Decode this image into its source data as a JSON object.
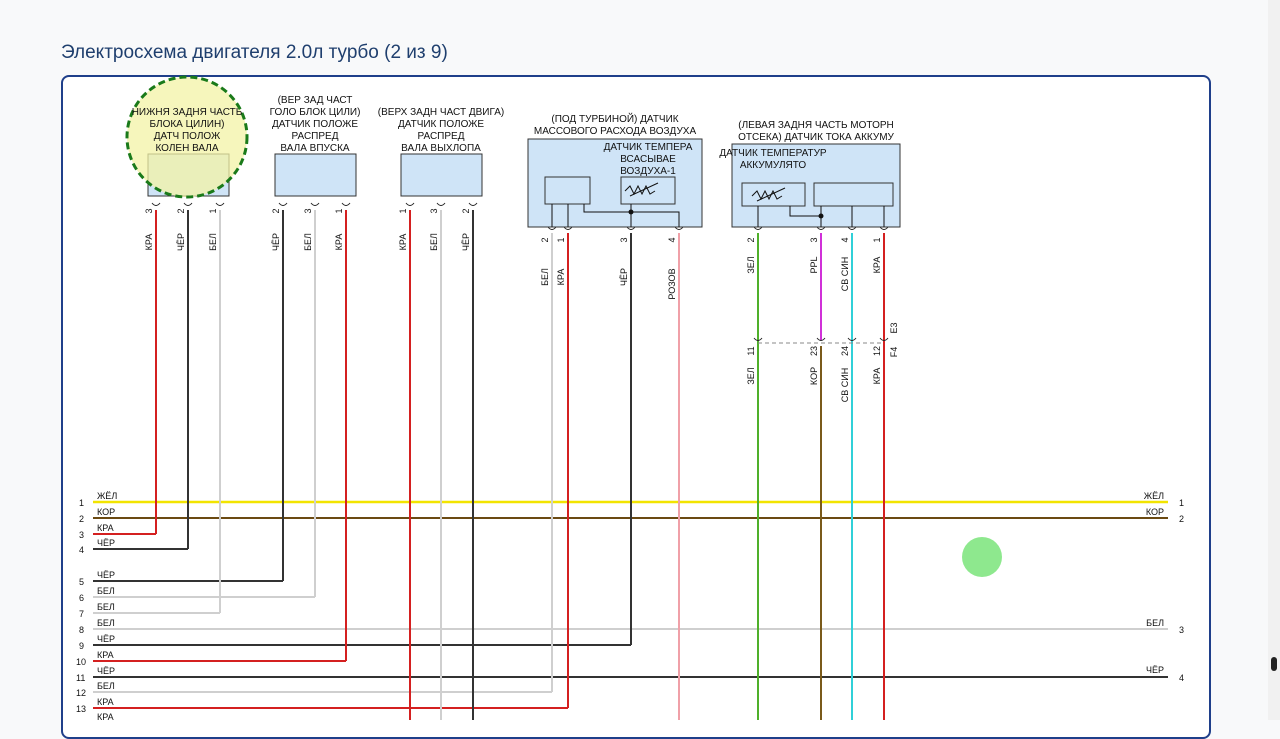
{
  "title": "Электросхема двигателя 2.0л турбо (2 из 9)",
  "components": [
    {
      "id": "ckp",
      "lines": [
        "НИЖНЯ ЗАДНЯ ЧАСТЬ",
        "БЛОКА ЦИЛИН)",
        "ДАТЧ ПОЛОЖ",
        "КОЛЕН ВАЛА"
      ]
    },
    {
      "id": "intake-cam",
      "lines": [
        "(ВЕР ЗАД ЧАСТ",
        "ГОЛО БЛОК ЦИЛИ)",
        "ДАТЧИК ПОЛОЖЕ",
        "РАСПРЕД",
        "ВАЛА ВПУСКА"
      ]
    },
    {
      "id": "exhaust-cam",
      "lines": [
        "(ВЕРХ ЗАДН ЧАСТ ДВИГА)",
        "ДАТЧИК ПОЛОЖЕ",
        "РАСПРЕД",
        "ВАЛА ВЫХЛОПА"
      ]
    },
    {
      "id": "maf",
      "lines": [
        "(ПОД ТУРБИНОЙ) ДАТЧИК",
        "МАССОВОГО РАСХОДА ВОЗДУХА"
      ],
      "inner": [
        "ДАТЧИК ТЕМПЕРА",
        "ВСАСЫВАЕ",
        "ВОЗДУХА-1"
      ]
    },
    {
      "id": "battery",
      "lines": [
        "(ЛЕВАЯ ЗАДНЯ ЧАСТЬ МОТОРН",
        "ОТСЕКА) ДАТЧИК ТОКА АККУМУ"
      ],
      "inner": [
        "ДАТЧИК ТЕМПЕРАТУР",
        "АККУМУЛЯТО"
      ]
    }
  ],
  "pins": [
    "3",
    "2",
    "1",
    "2",
    "3",
    "1",
    "1",
    "3",
    "2",
    "2",
    "1",
    "3",
    "4",
    "2",
    "3",
    "4",
    "1"
  ],
  "wire_colors": [
    "КРА",
    "ЧЁР",
    "БЕЛ",
    "ЧЁР",
    "БЕЛ",
    "КРА",
    "КРА",
    "БЕЛ",
    "ЧЁР",
    "БЕЛ",
    "КРА",
    "ЧЁР",
    "РОЗОВ",
    "ЗЕЛ",
    "PPL",
    "СВ СИН",
    "КРА"
  ],
  "connector": {
    "pins": [
      "11",
      "23",
      "24",
      "12"
    ],
    "colors": [
      "ЗЕЛ",
      "КОР",
      "СВ СИН",
      "КРА"
    ],
    "name_top": "E3",
    "name_bottom": "F4"
  },
  "bus_left": [
    {
      "num": "1",
      "color": "ЖЁЛ"
    },
    {
      "num": "2",
      "color": "КОР"
    },
    {
      "num": "3",
      "color": "КРА"
    },
    {
      "num": "4",
      "color": "ЧЁР"
    },
    {
      "num": "5",
      "color": "ЧЁР"
    },
    {
      "num": "6",
      "color": "БЕЛ"
    },
    {
      "num": "7",
      "color": "БЕЛ"
    },
    {
      "num": "8",
      "color": "БЕЛ"
    },
    {
      "num": "9",
      "color": "ЧЁР"
    },
    {
      "num": "10",
      "color": "КРА"
    },
    {
      "num": "11",
      "color": "ЧЁР"
    },
    {
      "num": "12",
      "color": "БЕЛ"
    },
    {
      "num": "13",
      "color": "КРА"
    },
    {
      "num": "",
      "color": "КРА"
    }
  ],
  "bus_right": [
    {
      "num": "1",
      "color": "ЖЁЛ"
    },
    {
      "num": "2",
      "color": "КОР"
    },
    {
      "num": "3",
      "color": "БЕЛ"
    },
    {
      "num": "4",
      "color": "ЧЁР"
    }
  ],
  "colors": {
    "title": "#1f3f6e",
    "frame": "#1f3f8a",
    "box_fill": "#cfe4f7",
    "highlight": "#f3f3a6",
    "highlight_ring": "#1a7a1a",
    "cursor": "#8ee88e"
  }
}
